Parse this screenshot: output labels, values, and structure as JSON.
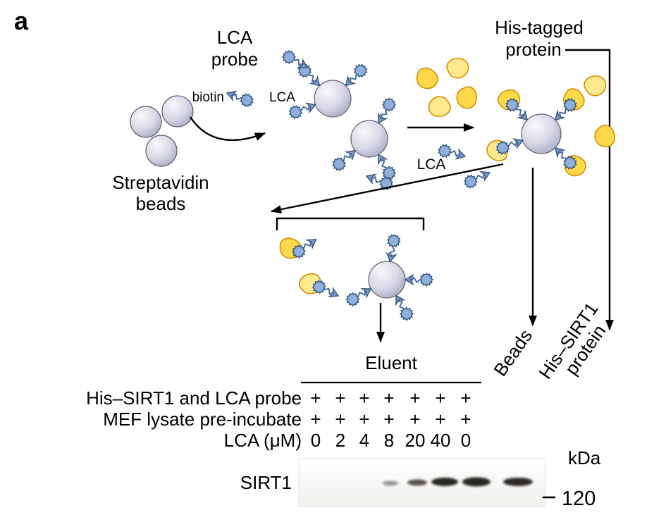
{
  "panel": {
    "label": "a"
  },
  "schematic": {
    "lca_probe": {
      "line1": "LCA",
      "line2": "probe"
    },
    "biotin_label": "biotin",
    "lca_label": "LCA",
    "streptavidin": {
      "line1": "Streptavidin",
      "line2": "beads"
    },
    "his_tagged": {
      "line1": "His-tagged",
      "line2": "protein"
    },
    "lca_free_label": "LCA",
    "eluent_label": "Eluent",
    "beads_lane_label": "Beads",
    "his_sirt1_lane": {
      "line1": "His–SIRT1",
      "line2": "protein"
    }
  },
  "table": {
    "rows": [
      {
        "label": "His–SIRT1 and LCA probe",
        "values": [
          "+",
          "+",
          "+",
          "+",
          "+",
          "+",
          "+"
        ]
      },
      {
        "label": "MEF lysate pre-incubate",
        "values": [
          "+",
          "+",
          "+",
          "+",
          "+",
          "+",
          "+"
        ]
      },
      {
        "label": "LCA (μM)",
        "values": [
          "0",
          "2",
          "4",
          "8",
          "20",
          "40",
          "0"
        ]
      }
    ]
  },
  "blot": {
    "target_label": "SIRT1",
    "unit_label": "kDa",
    "marker_value": "120",
    "bands": [
      {
        "lane": "8",
        "intensity": "faint"
      },
      {
        "lane": "20",
        "intensity": "medium"
      },
      {
        "lane": "40",
        "intensity": "strong"
      },
      {
        "lane": "0 (beads)",
        "intensity": "strong"
      },
      {
        "lane": "His–SIRT1 protein",
        "intensity": "strong"
      }
    ]
  },
  "colors": {
    "probe_blue": "#7d9cce",
    "probe_outline": "#33567f",
    "protein_yellow": "#ffd94a",
    "protein_light": "#ffe98f",
    "protein_outline": "#d98e00",
    "bead_gray": "#c9c9db"
  }
}
